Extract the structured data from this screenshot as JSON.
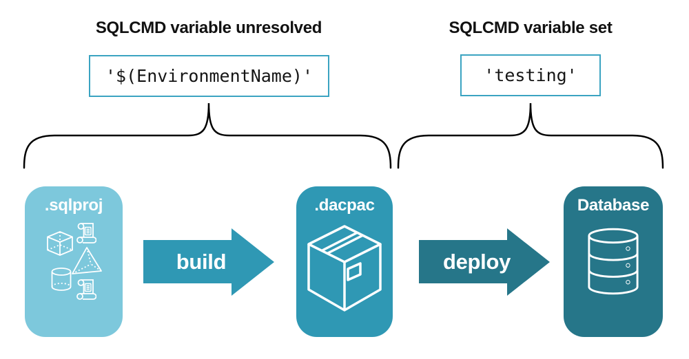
{
  "annotations": {
    "left": {
      "heading": "SQLCMD variable unresolved",
      "code": "'$(EnvironmentName)'"
    },
    "right": {
      "heading": "SQLCMD variable set",
      "code": "'testing'"
    }
  },
  "pipeline": {
    "stages": [
      {
        "label": ".sqlproj",
        "color": "#7dc8dc",
        "icons": [
          "script-icon",
          "cube-icon",
          "pyramid-icon",
          "cylinder-icon",
          "script-icon"
        ]
      },
      {
        "label": ".dacpac",
        "color": "#2f98b4",
        "icons": [
          "package-box-icon"
        ]
      },
      {
        "label": "Database",
        "color": "#267689",
        "icons": [
          "database-icon"
        ]
      }
    ],
    "arrows": [
      {
        "label": "build",
        "color": "#2f98b4"
      },
      {
        "label": "deploy",
        "color": "#267689"
      }
    ]
  },
  "colors": {
    "background": "#ffffff",
    "code_box_border": "#3aa3c1",
    "brace": "#000000",
    "heading_text": "#111111",
    "card_text": "#ffffff"
  }
}
